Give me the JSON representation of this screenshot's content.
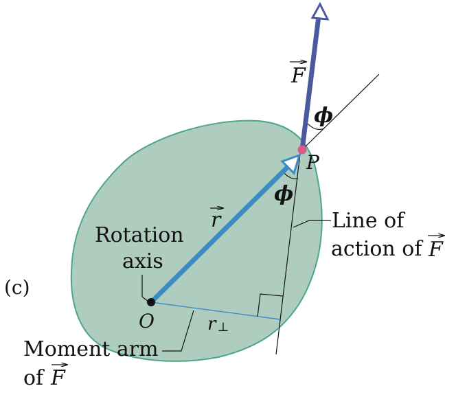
{
  "panel_label": "(c)",
  "labels": {
    "force": "F",
    "position_vector": "r",
    "angle_top": "ϕ",
    "angle_bottom": "ϕ",
    "point": "P",
    "origin": "O",
    "rotation_axis_line1": "Rotation",
    "rotation_axis_line2": "axis",
    "line_of_action_line1": "Line of",
    "line_of_action_line2": "action of",
    "line_of_action_vector": "F",
    "moment_arm_line1": "Moment arm",
    "moment_arm_line2": "of",
    "moment_arm_vector": "F",
    "r_perp_symbol": "r",
    "r_perp_subscript": "⊥"
  },
  "colors": {
    "body_fill": "#aecdbf",
    "body_stroke": "#4da58c",
    "r_vector": "#3a8cc4",
    "force_vector": "#4b5a9e",
    "point_P": "#d95a86",
    "moment_arm_line": "#3a8cc4",
    "ink": "#111111"
  }
}
